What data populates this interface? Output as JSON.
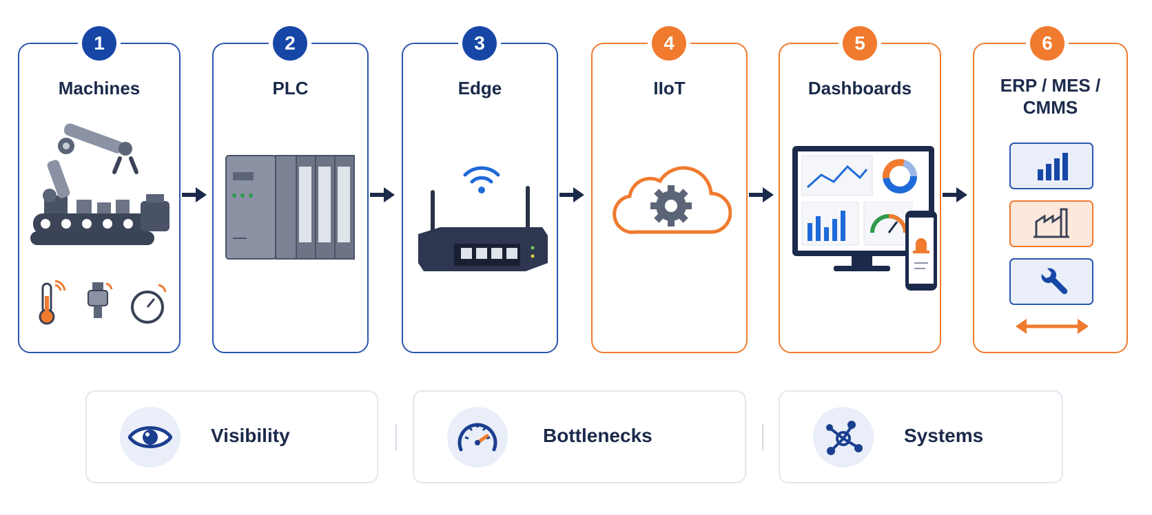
{
  "steps": [
    {
      "number": "1",
      "title": "Machines",
      "accent": "#1747a6"
    },
    {
      "number": "2",
      "title": "PLC",
      "accent": "#1747a6"
    },
    {
      "number": "3",
      "title": "Edge",
      "accent": "#1747a6"
    },
    {
      "number": "4",
      "title": "IIoT",
      "accent": "#f07a2e"
    },
    {
      "number": "5",
      "title": "Dashboards",
      "accent": "#f07a2e"
    },
    {
      "number": "6",
      "title": "ERP / MES / CMMS",
      "accent": "#f07a2e"
    }
  ],
  "benefits": [
    {
      "label": "Visibility",
      "icon": "eye-icon"
    },
    {
      "label": "Bottlenecks",
      "icon": "gauge-icon"
    },
    {
      "label": "Systems",
      "icon": "network-icon"
    }
  ],
  "colors": {
    "navy": "#1747a6",
    "orange": "#f07a2e",
    "dark": "#1b2a4a"
  }
}
